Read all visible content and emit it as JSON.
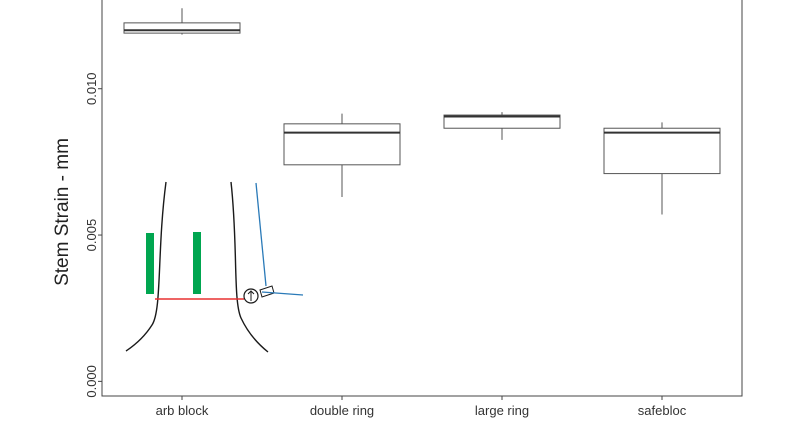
{
  "chart_data": {
    "type": "box",
    "title": "",
    "xlabel": "",
    "ylabel": "Stem Strain - mm",
    "ylim": [
      -0.0005,
      0.0131
    ],
    "yticks": [
      0.0,
      0.005,
      0.01
    ],
    "ytick_labels": [
      "0.000",
      "0.005",
      "0.010"
    ],
    "grid": false,
    "categories": [
      "arb block",
      "double ring",
      "large ring",
      "safebloc"
    ],
    "boxes": [
      {
        "category": "arb block",
        "whisker_low": 0.01185,
        "q1": 0.0119,
        "median": 0.012,
        "q3": 0.01225,
        "whisker_high": 0.01275
      },
      {
        "category": "double ring",
        "whisker_low": 0.0063,
        "q1": 0.0074,
        "median": 0.0085,
        "q3": 0.0088,
        "whisker_high": 0.00915
      },
      {
        "category": "large ring",
        "whisker_low": 0.00825,
        "q1": 0.00865,
        "median": 0.00905,
        "q3": 0.0091,
        "whisker_high": 0.0092
      },
      {
        "category": "safebloc",
        "whisker_low": 0.0057,
        "q1": 0.0071,
        "median": 0.0085,
        "q3": 0.00865,
        "whisker_high": 0.00885
      }
    ],
    "overlay": {
      "description_icon": "tree-stem-sketch-icon",
      "colors": {
        "stem": "#1a1a1a",
        "sensor_bars": "#00a650",
        "red_line": "#e83030",
        "blue_line": "#2a7ab8"
      }
    }
  }
}
